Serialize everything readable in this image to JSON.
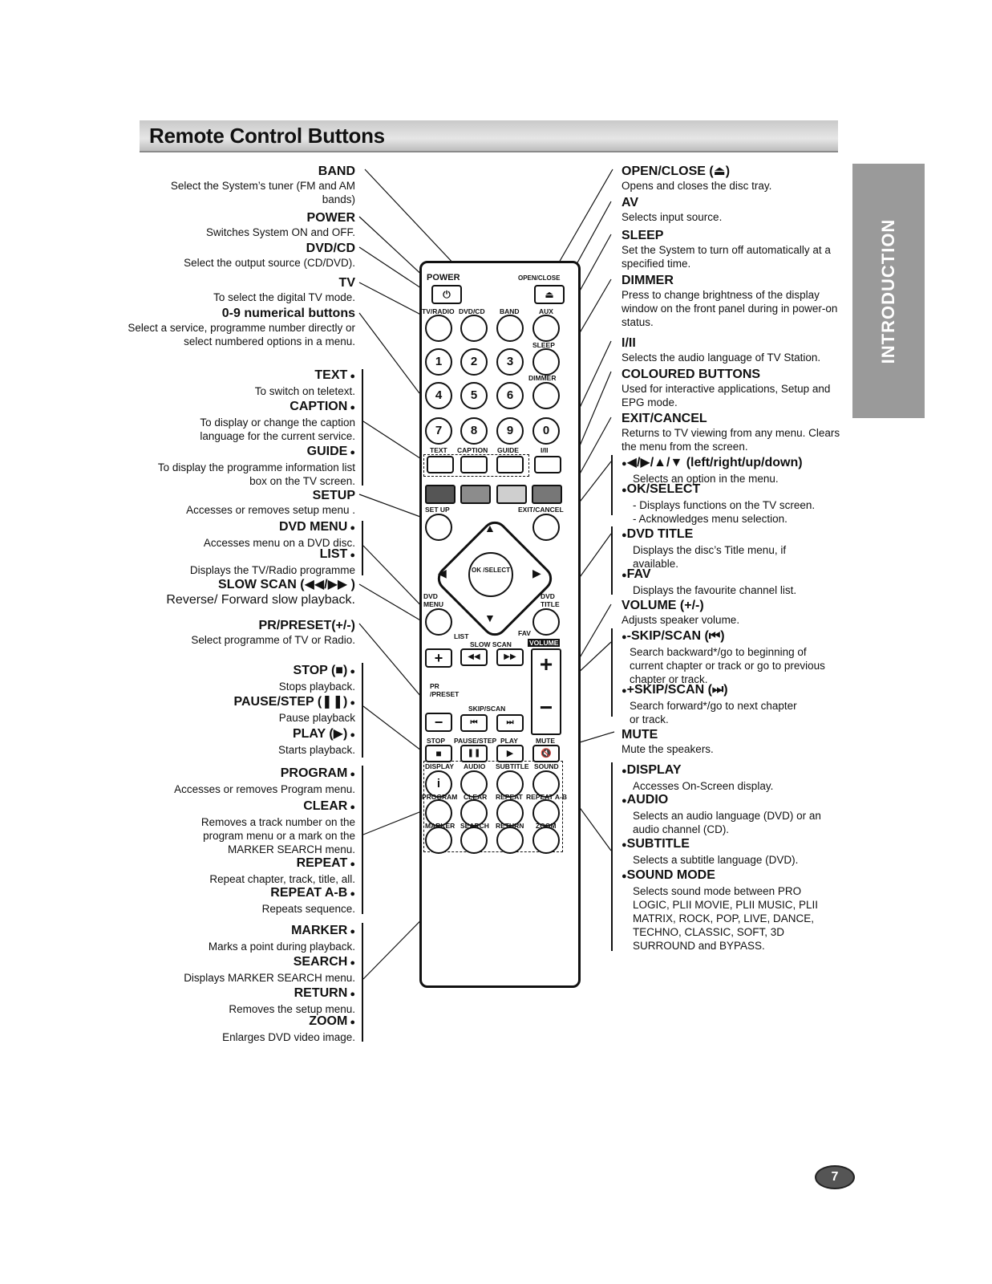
{
  "header": {
    "title": "Remote Control Buttons"
  },
  "side_tab": "INTRODUCTION",
  "page_number": "7",
  "left": {
    "band": {
      "title": "BAND",
      "desc": "Select the System’s tuner (FM and AM bands)"
    },
    "power": {
      "title": "POWER",
      "desc": "Switches System ON and OFF."
    },
    "dvdcd": {
      "title": "DVD/CD",
      "desc": "Select the output source (CD/DVD)."
    },
    "tv": {
      "title": "TV",
      "desc": "To select the digital TV mode."
    },
    "numeric": {
      "title": "0-9 numerical buttons",
      "desc": "Select a service, programme number directly or select numbered options in a menu."
    },
    "text": {
      "title": "TEXT",
      "desc": "To switch on teletext."
    },
    "caption": {
      "title": "CAPTION",
      "desc": "To display or change the caption language for the current service."
    },
    "guide": {
      "title": "GUIDE",
      "desc": "To display the programme information list box on the TV screen."
    },
    "setup": {
      "title": "SETUP",
      "desc": "Accesses or removes setup menu ."
    },
    "dvdmenu": {
      "title": "DVD MENU",
      "desc": "Accesses menu on a DVD disc."
    },
    "list": {
      "title": "LIST",
      "desc": "Displays the TV/Radio programme"
    },
    "slowscan": {
      "title": "SLOW SCAN (◀◀/▶▶ )",
      "desc": "Reverse/ Forward slow playback."
    },
    "prpreset": {
      "title": "PR/PRESET(+/-)",
      "desc": "Select programme of TV or Radio."
    },
    "stop": {
      "title": "STOP (■)",
      "desc": "Stops playback."
    },
    "pause": {
      "title": "PAUSE/STEP (❚❚)",
      "desc": "Pause playback"
    },
    "play": {
      "title": "PLAY (▶)",
      "desc": "Starts playback."
    },
    "program": {
      "title": "PROGRAM",
      "desc": "Accesses or removes Program menu."
    },
    "clear": {
      "title": "CLEAR",
      "desc": "Removes a track number on the program menu or a mark on the MARKER SEARCH menu."
    },
    "repeat": {
      "title": "REPEAT",
      "desc": "Repeat chapter, track, title, all."
    },
    "repeatab": {
      "title": "REPEAT A-B",
      "desc": "Repeats sequence."
    },
    "marker": {
      "title": "MARKER",
      "desc": "Marks a point during playback."
    },
    "search": {
      "title": "SEARCH",
      "desc": "Displays MARKER SEARCH menu."
    },
    "return": {
      "title": "RETURN",
      "desc": "Removes the setup menu."
    },
    "zoom": {
      "title": "ZOOM",
      "desc": "Enlarges DVD video image."
    }
  },
  "right": {
    "openclose": {
      "title": "OPEN/CLOSE (⏏)",
      "desc": "Opens and closes the disc tray."
    },
    "av": {
      "title": "AV",
      "desc": "Selects input source."
    },
    "sleep": {
      "title": "SLEEP",
      "desc": "Set the System to turn off automatically at a specified time."
    },
    "dimmer": {
      "title": "DIMMER",
      "desc": "Press to change  brightness of the display window on the front panel during in power-on status."
    },
    "audiolang": {
      "title": "I/II",
      "desc": "Selects the audio language of TV Station."
    },
    "coloured": {
      "title": "COLOURED BUTTONS",
      "desc": "Used for interactive applications, Setup and EPG mode."
    },
    "exitcancel": {
      "title": "EXIT/CANCEL",
      "desc": "Returns to TV viewing from any menu. Clears the menu from the screen."
    },
    "arrows": {
      "title": "◀/▶/▲/▼ (left/right/up/down)",
      "desc": "Selects an option in the menu."
    },
    "okselect": {
      "title": "OK/SELECT",
      "desc1": "- Displays functions on the TV screen.",
      "desc2": "- Acknowledges menu selection."
    },
    "dvdtitle": {
      "title": "DVD TITLE",
      "desc": "Displays the disc’s Title menu, if available."
    },
    "fav": {
      "title": "FAV",
      "desc": "Displays the favourite channel list."
    },
    "volume": {
      "title": "VOLUME (+/-)",
      "desc": "Adjusts speaker volume."
    },
    "skipback": {
      "title": "-SKIP/SCAN (⏮)",
      "desc": "Search backward*/go to beginning of current chapter or track or go to previous chapter or track."
    },
    "skipfwd": {
      "title": "+SKIP/SCAN (⏭)",
      "desc": "Search forward*/go to next chapter or track."
    },
    "mute": {
      "title": "MUTE",
      "desc": "Mute the speakers."
    },
    "display": {
      "title": "DISPLAY",
      "desc": "Accesses On-Screen display."
    },
    "audio": {
      "title": "AUDIO",
      "desc": "Selects an audio language (DVD) or an audio channel (CD)."
    },
    "subtitle": {
      "title": "SUBTITLE",
      "desc": "Selects a subtitle language (DVD)."
    },
    "soundmode": {
      "title": "SOUND MODE",
      "desc": "Selects sound mode between PRO LOGIC, PLII MOVIE, PLII MUSIC, PLII MATRIX, ROCK, POP, LIVE, DANCE, TECHNO, CLASSIC, SOFT, 3D SURROUND and BYPASS."
    }
  },
  "remote": {
    "power": "POWER",
    "openclose": "OPEN/CLOSE",
    "tvradio": "TV/RADIO",
    "dvdcd": "DVD/CD",
    "band": "BAND",
    "aux": "AUX",
    "sleep": "SLEEP",
    "dimmer": "DIMMER",
    "digits": [
      "1",
      "2",
      "3",
      "4",
      "5",
      "6",
      "7",
      "8",
      "9",
      "0"
    ],
    "text": "TEXT",
    "caption": "CAPTION",
    "guide": "GUIDE",
    "i_ii": "I/II",
    "setup": "SET UP",
    "exitcancel": "EXIT/CANCEL",
    "ok": "OK /SELECT",
    "dvdmenu": "DVD MENU",
    "dvdtitle": "DVD TITLE",
    "list": "LIST",
    "fav": "FAV",
    "slowscan": "SLOW SCAN",
    "volume": "VOLUME",
    "pr": "PR /PRESET",
    "skipscan": "SKIP/SCAN",
    "stop": "STOP",
    "pausestep": "PAUSE/STEP",
    "play": "PLAY",
    "mute": "MUTE",
    "display": "DISPLAY",
    "audio": "AUDIO",
    "subtitle": "SUBTITLE",
    "sound": "SOUND",
    "program": "PROGRAM",
    "clear": "CLEAR",
    "repeat": "REPEAT",
    "repeatab": "REPEAT A-B",
    "marker": "MARKER",
    "search": "SEARCH",
    "return": "RETURN",
    "zoom": "ZOOM"
  }
}
